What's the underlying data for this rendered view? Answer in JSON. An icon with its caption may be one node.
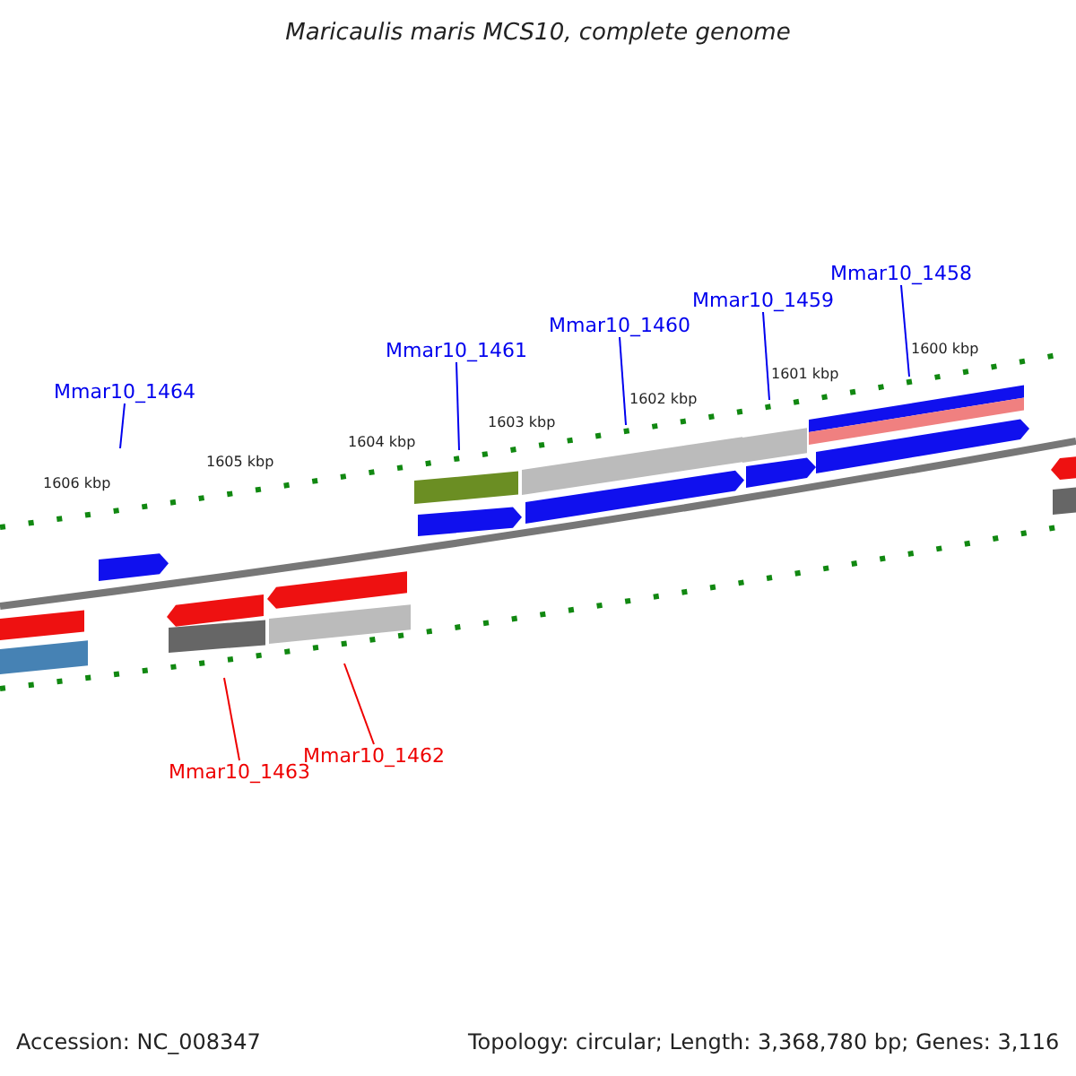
{
  "diagram": {
    "title": "Maricaulis maris MCS10, complete genome",
    "nodes": [
      {
        "text": [
          "Mmar10_1458"
        ]
      },
      {
        "text": [
          "Mmar10_1459"
        ]
      },
      {
        "text": [
          "Mmar10_1460"
        ]
      },
      {
        "text": [
          "Mmar10_1461"
        ]
      },
      {
        "text": [
          "Mmar10_1464"
        ]
      },
      {
        "text": [
          "Mmar10_1462"
        ]
      },
      {
        "text": [
          "Mmar10_1463"
        ]
      }
    ],
    "edges": [
      {
        "from": 0,
        "to": null,
        "arrow": "none"
      },
      {
        "from": 1,
        "to": null,
        "arrow": "none"
      },
      {
        "from": 2,
        "to": null,
        "arrow": "none"
      },
      {
        "from": 3,
        "to": null,
        "arrow": "none"
      },
      {
        "from": 4,
        "to": null,
        "arrow": "none"
      },
      {
        "from": 5,
        "to": null,
        "arrow": "none",
        "color": "#ee0000"
      },
      {
        "from": 6,
        "to": null,
        "arrow": "none",
        "color": "#ee0000"
      }
    ],
    "labels": [
      "1600 kbp",
      "1601 kbp",
      "1602 kbp",
      "1603 kbp",
      "1604 kbp",
      "1605 kbp",
      "1606 kbp",
      "Accession: NC_008347",
      "Topology: circular; Length: 3,368,780 bp; Genes: 3,116"
    ]
  }
}
